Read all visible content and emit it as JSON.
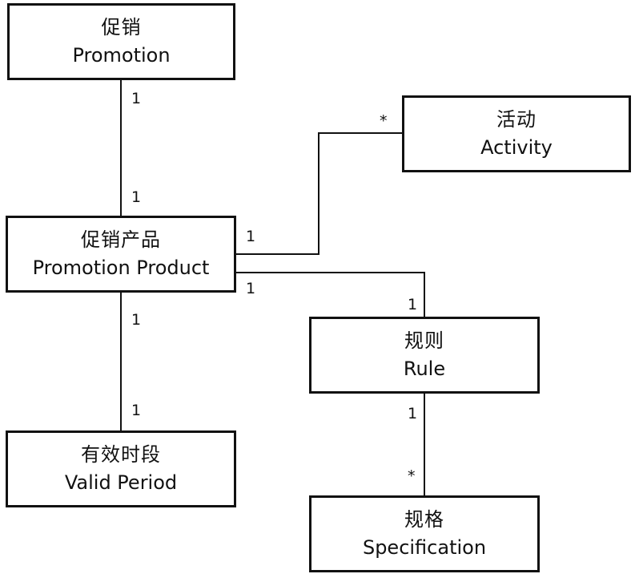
{
  "entities": {
    "promotion": {
      "zh": "促销",
      "en": "Promotion"
    },
    "activity": {
      "zh": "活动",
      "en": "Activity"
    },
    "promotion_product": {
      "zh": "促销产品",
      "en": "Promotion Product"
    },
    "rule": {
      "zh": "规则",
      "en": "Rule"
    },
    "valid_period": {
      "zh": "有效时段",
      "en": "Valid Period"
    },
    "specification": {
      "zh": "规格",
      "en": "Specification"
    }
  },
  "multiplicities": {
    "promotion_end": "1",
    "promotion_product_end_top": "1",
    "activity_end": "*",
    "promotion_product_end_activity": "1",
    "promotion_product_end_rule": "1",
    "rule_end_top": "1",
    "promotion_product_end_bottom": "1",
    "valid_period_end": "1",
    "rule_end_bottom": "1",
    "specification_end": "*"
  }
}
